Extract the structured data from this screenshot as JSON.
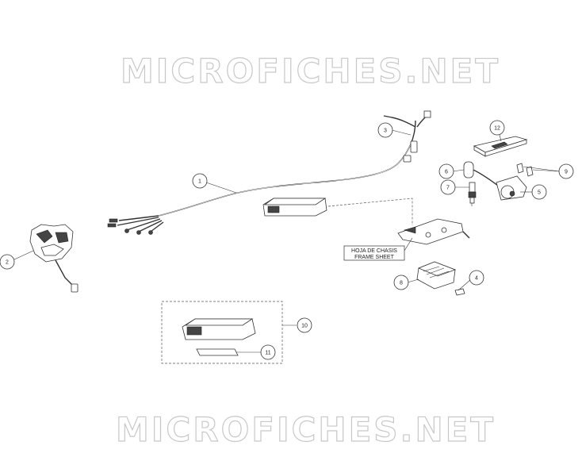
{
  "watermark": {
    "text": "MICROFICHES.NET"
  },
  "frame_sheet_label": {
    "line1": "HOJA DE CHASIS",
    "line2": "FRAME SHEET"
  },
  "callouts": [
    {
      "id": "1",
      "label": "1"
    },
    {
      "id": "2",
      "label": "2"
    },
    {
      "id": "3",
      "label": "3"
    },
    {
      "id": "4",
      "label": "4"
    },
    {
      "id": "5",
      "label": "5"
    },
    {
      "id": "6",
      "label": "6"
    },
    {
      "id": "7",
      "label": "7"
    },
    {
      "id": "8",
      "label": "8"
    },
    {
      "id": "9",
      "label": "9"
    },
    {
      "id": "10",
      "label": "10"
    },
    {
      "id": "11",
      "label": "11"
    },
    {
      "id": "12",
      "label": "12"
    }
  ]
}
